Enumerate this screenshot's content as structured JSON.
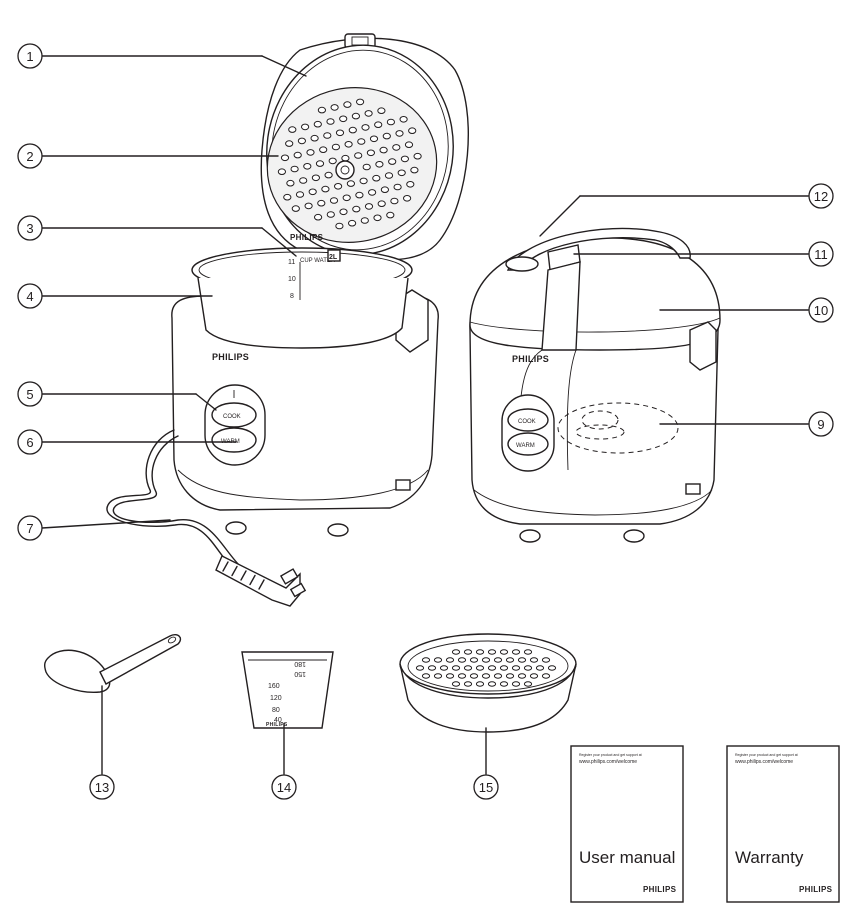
{
  "callouts": {
    "c1": "1",
    "c2": "2",
    "c3": "3",
    "c4": "4",
    "c5": "5",
    "c6": "6",
    "c7": "7",
    "c9": "9",
    "c10": "10",
    "c11": "11",
    "c12": "12",
    "c13": "13",
    "c14": "14",
    "c15": "15"
  },
  "brand": "PHILIPS",
  "buttons": {
    "cook": "COOK",
    "warm": "WARM"
  },
  "pot_markings": {
    "header": "CUP WATER",
    "levels": [
      "11",
      "10",
      "8"
    ],
    "capacity_badge": "2L"
  },
  "measuring_cup": {
    "marks": [
      "180",
      "160",
      "120",
      "80",
      "40"
    ],
    "top_marks": [
      "180",
      "150"
    ]
  },
  "booklets": {
    "manual": {
      "title": "User manual",
      "tagline": "Register your product and get support at",
      "url": "www.philips.com/welcome",
      "brand": "PHILIPS"
    },
    "warranty": {
      "title": "Warranty",
      "tagline": "Register your product and get support at",
      "url": "www.philips.com/welcome",
      "brand": "PHILIPS"
    }
  }
}
